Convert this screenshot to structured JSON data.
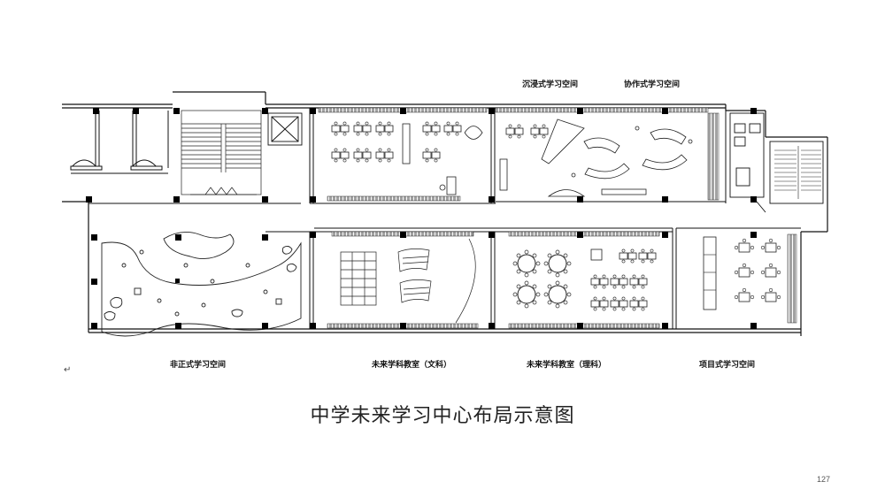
{
  "labels": {
    "immersive": "沉浸式学习空间",
    "collaborative": "协作式学习空间",
    "informal": "非正式学习空间",
    "liberal_arts": "未来学科教室（文科）",
    "science": "未来学科教室（理科）",
    "project": "项目式学习空间"
  },
  "caption": "中学未来学习中心布局示意图",
  "page_number": "127",
  "return_mark": "↵",
  "colors": {
    "line": "#111111",
    "pillar": "#000000",
    "hatch": "#555555",
    "background": "#ffffff"
  }
}
